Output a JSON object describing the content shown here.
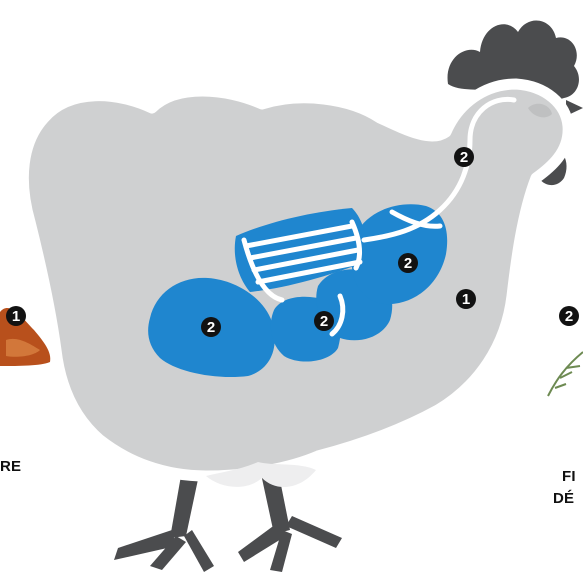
{
  "colors": {
    "body": "#cfd0d1",
    "outline": "#ffffff",
    "comb_legs": "#4b4c4e",
    "organs": "#1f86cf",
    "organ_lines": "#ffffff",
    "marker": "#121212",
    "spice": "#b8501c",
    "herb": "#6d8a52"
  },
  "markers": [
    {
      "id": "left-edge",
      "label": "1"
    },
    {
      "id": "neck",
      "label": "2"
    },
    {
      "id": "organ-right",
      "label": "2"
    },
    {
      "id": "body-right",
      "label": "1"
    },
    {
      "id": "organ-left",
      "label": "2"
    },
    {
      "id": "organ-middle",
      "label": "2"
    },
    {
      "id": "right-edge",
      "label": "2"
    }
  ],
  "left_caption": "RE",
  "right_caption_line1": "FI",
  "right_caption_line2": "DÉ"
}
